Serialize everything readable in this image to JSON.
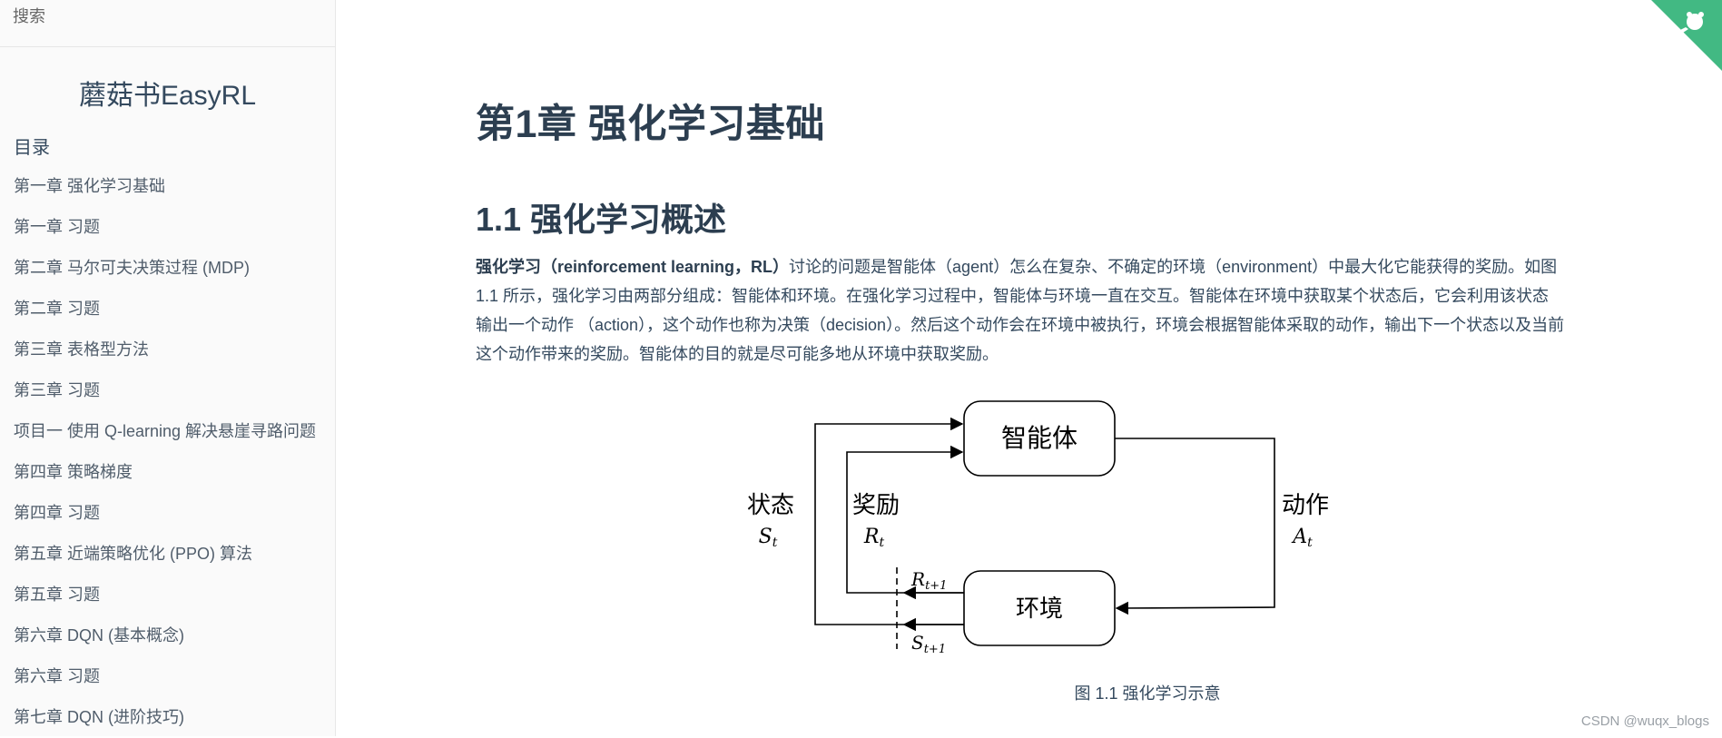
{
  "sidebar": {
    "search_placeholder": "搜索",
    "app_name": "蘑菇书EasyRL",
    "toc_heading": "目录",
    "items": [
      "第一章 强化学习基础",
      "第一章 习题",
      "第二章 马尔可夫决策过程 (MDP)",
      "第二章 习题",
      "第三章 表格型方法",
      "第三章 习题",
      "项目一 使用 Q-learning 解决悬崖寻路问题",
      "第四章 策略梯度",
      "第四章 习题",
      "第五章 近端策略优化 (PPO) 算法",
      "第五章 习题",
      "第六章 DQN (基本概念)",
      "第六章 习题",
      "第七章 DQN (进阶技巧)"
    ]
  },
  "content": {
    "chapter_title": "第1章 强化学习基础",
    "section_title": "1.1 强化学习概述",
    "para_bold": "强化学习（reinforcement learning，RL）",
    "para_rest": "讨论的问题是智能体（agent）怎么在复杂、不确定的环境（environment）中最大化它能获得的奖励。如图 1.1 所示，强化学习由两部分组成：智能体和环境。在强化学习过程中，智能体与环境一直在交互。智能体在环境中获取某个状态后，它会利用该状态输出一个动作 （action），这个动作也称为决策（decision）。然后这个动作会在环境中被执行，环境会根据智能体采取的动作，输出下一个状态以及当前这个动作带来的奖励。智能体的目的就是尽可能多地从环境中获取奖励。",
    "figure": {
      "agent_label": "智能体",
      "env_label": "环境",
      "state_label": "状态",
      "state_symbol": "S",
      "state_sub": "t",
      "reward_label": "奖励",
      "reward_symbol": "R",
      "reward_sub": "t",
      "action_label": "动作",
      "action_symbol": "A",
      "action_sub": "t",
      "next_reward_symbol": "R",
      "next_reward_sub": "t+1",
      "next_state_symbol": "S",
      "next_state_sub": "t+1"
    },
    "caption": "图 1.1 强化学习示意"
  },
  "watermark": "CSDN @wuqx_blogs",
  "corner_icon": "github-corner-icon",
  "colors": {
    "corner": "#42b983",
    "text": "#34495e"
  }
}
